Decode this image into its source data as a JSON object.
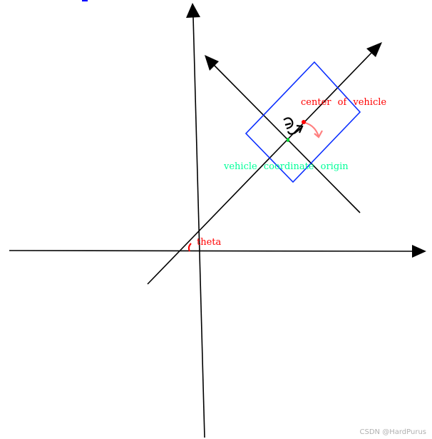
{
  "labels": {
    "theta": "theta",
    "center": "center of vehicle",
    "origin": "vehicle coordinate origin"
  },
  "watermark": "CSDN @HardPurus",
  "colors": {
    "axes": "#000000",
    "vehicle_box": "#0a2eff",
    "center_label": "#ff0000",
    "origin_label": "#00ff99",
    "center_point": "#ff0000",
    "origin_point": "#00dd33",
    "rotation_arrow": "#ff8080"
  }
}
